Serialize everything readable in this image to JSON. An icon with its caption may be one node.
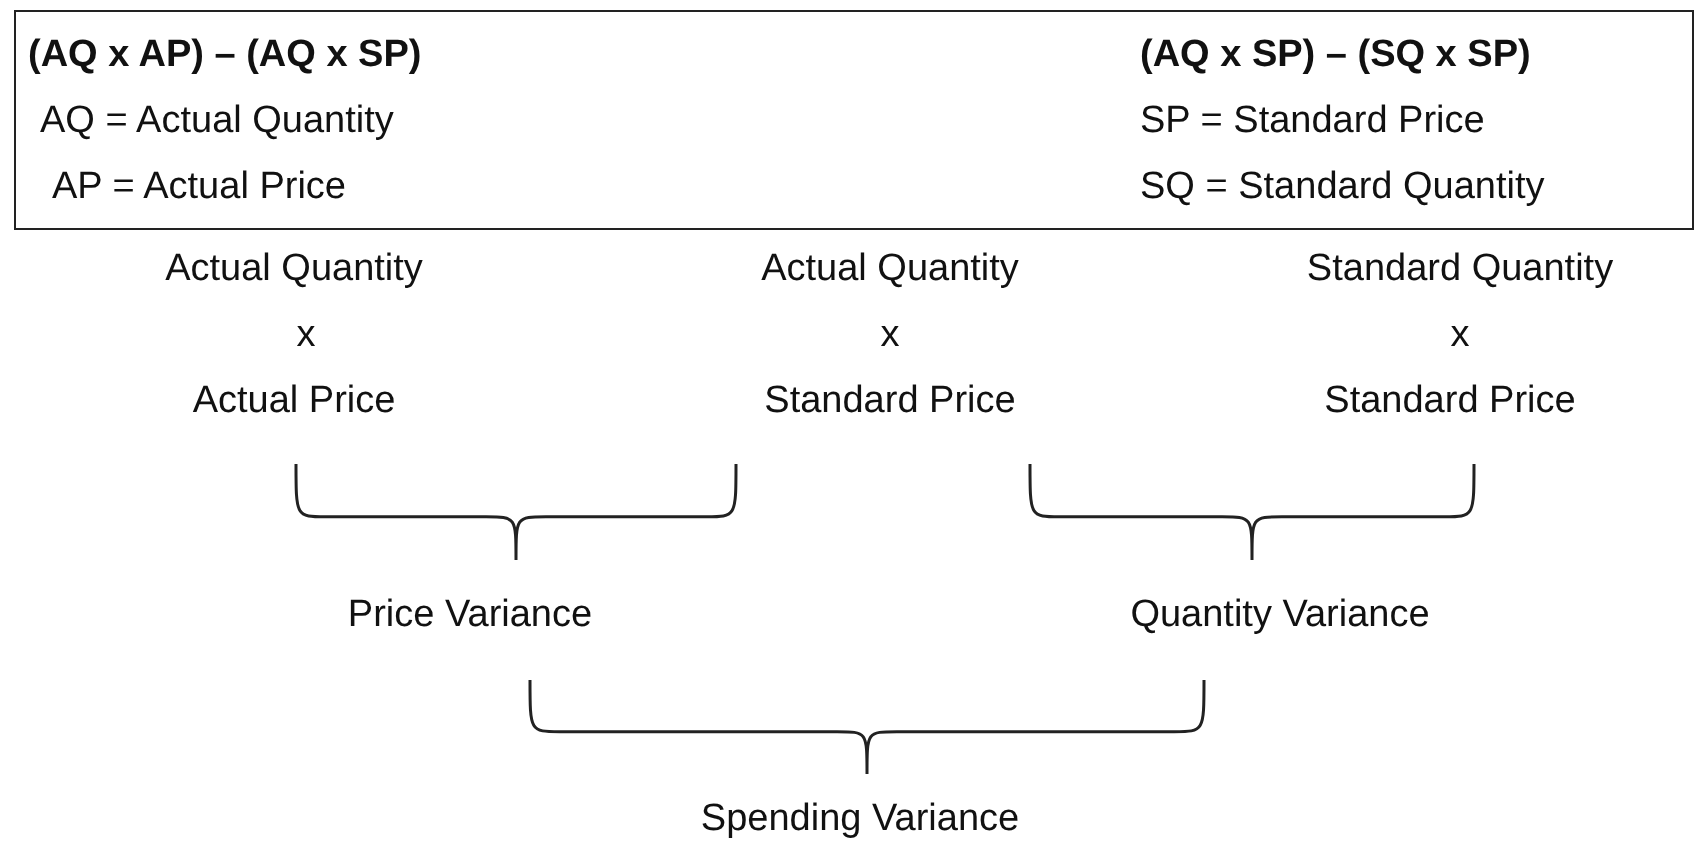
{
  "diagram": {
    "nodes": [
      {
        "text": [
          "(AQ x AP) – (AQ x SP)",
          "(AQ x SP) – (SQ x SP)",
          "AQ = Actual Quantity",
          "SP = Standard Price",
          "AP = Actual Price",
          "SQ = Standard Quantity"
        ]
      }
    ],
    "labels": [
      "Actual Quantity",
      "Actual Quantity",
      "Standard Quantity",
      "x",
      "x",
      "x",
      "Actual Price",
      "Standard Price",
      "Standard Price",
      "Price Variance",
      "Quantity Variance",
      "Spending Variance"
    ]
  }
}
